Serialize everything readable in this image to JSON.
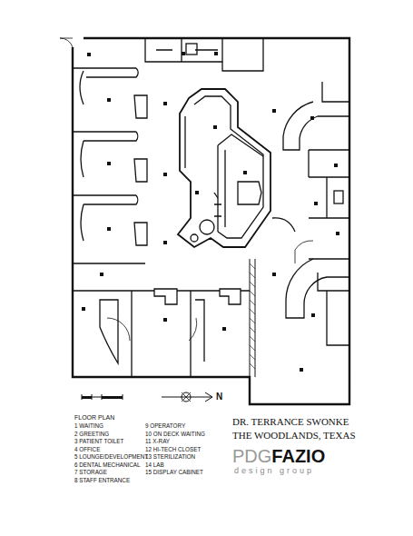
{
  "diagram": {
    "labels": [
      "N",
      "FLOOR PLAN",
      "1 WAITING",
      "2 GREETING",
      "3 PATIENT TOILET",
      "4 OFFICE",
      "5 LOUNGE/DEVELOPMENT",
      "6 DENTAL MECHANICAL",
      "7 STORAGE",
      "8 STAFF ENTRANCE",
      "9 OPERATORY",
      "10 ON DECK WAITING",
      "11 X-RAY",
      "12 HI-TECH CLOSET",
      "13 STERILIZATION",
      "14 LAB",
      "15 DISPLAY CABINET",
      "DR. TERRANCE SWONKE",
      "THE WOODLANDS, TEXAS",
      "PDG",
      "FAZIO",
      "design group"
    ]
  }
}
